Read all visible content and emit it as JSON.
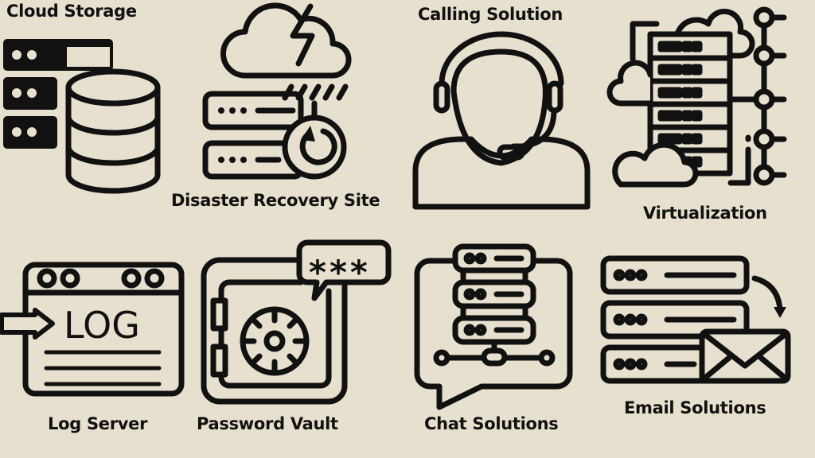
{
  "background_color": "#e8e0cf",
  "icon_color": "#111111",
  "tiles": [
    {
      "label": "Cloud Storage",
      "icon": "database-server-icon"
    },
    {
      "label": "Disaster Recovery Site",
      "icon": "cloud-lightning-server-restore-icon"
    },
    {
      "label": "Calling Solution",
      "icon": "headset-agent-icon"
    },
    {
      "label": "Virtualization",
      "icon": "server-rack-cloud-network-icon"
    },
    {
      "label": "Log Server",
      "icon": "log-window-icon"
    },
    {
      "label": "Password Vault",
      "icon": "safe-password-icon"
    },
    {
      "label": "Chat Solutions",
      "icon": "chat-server-icon"
    },
    {
      "label": "Email Solutions",
      "icon": "server-email-icon"
    }
  ],
  "log_icon_text": "LOG",
  "password_icon_text": "***"
}
